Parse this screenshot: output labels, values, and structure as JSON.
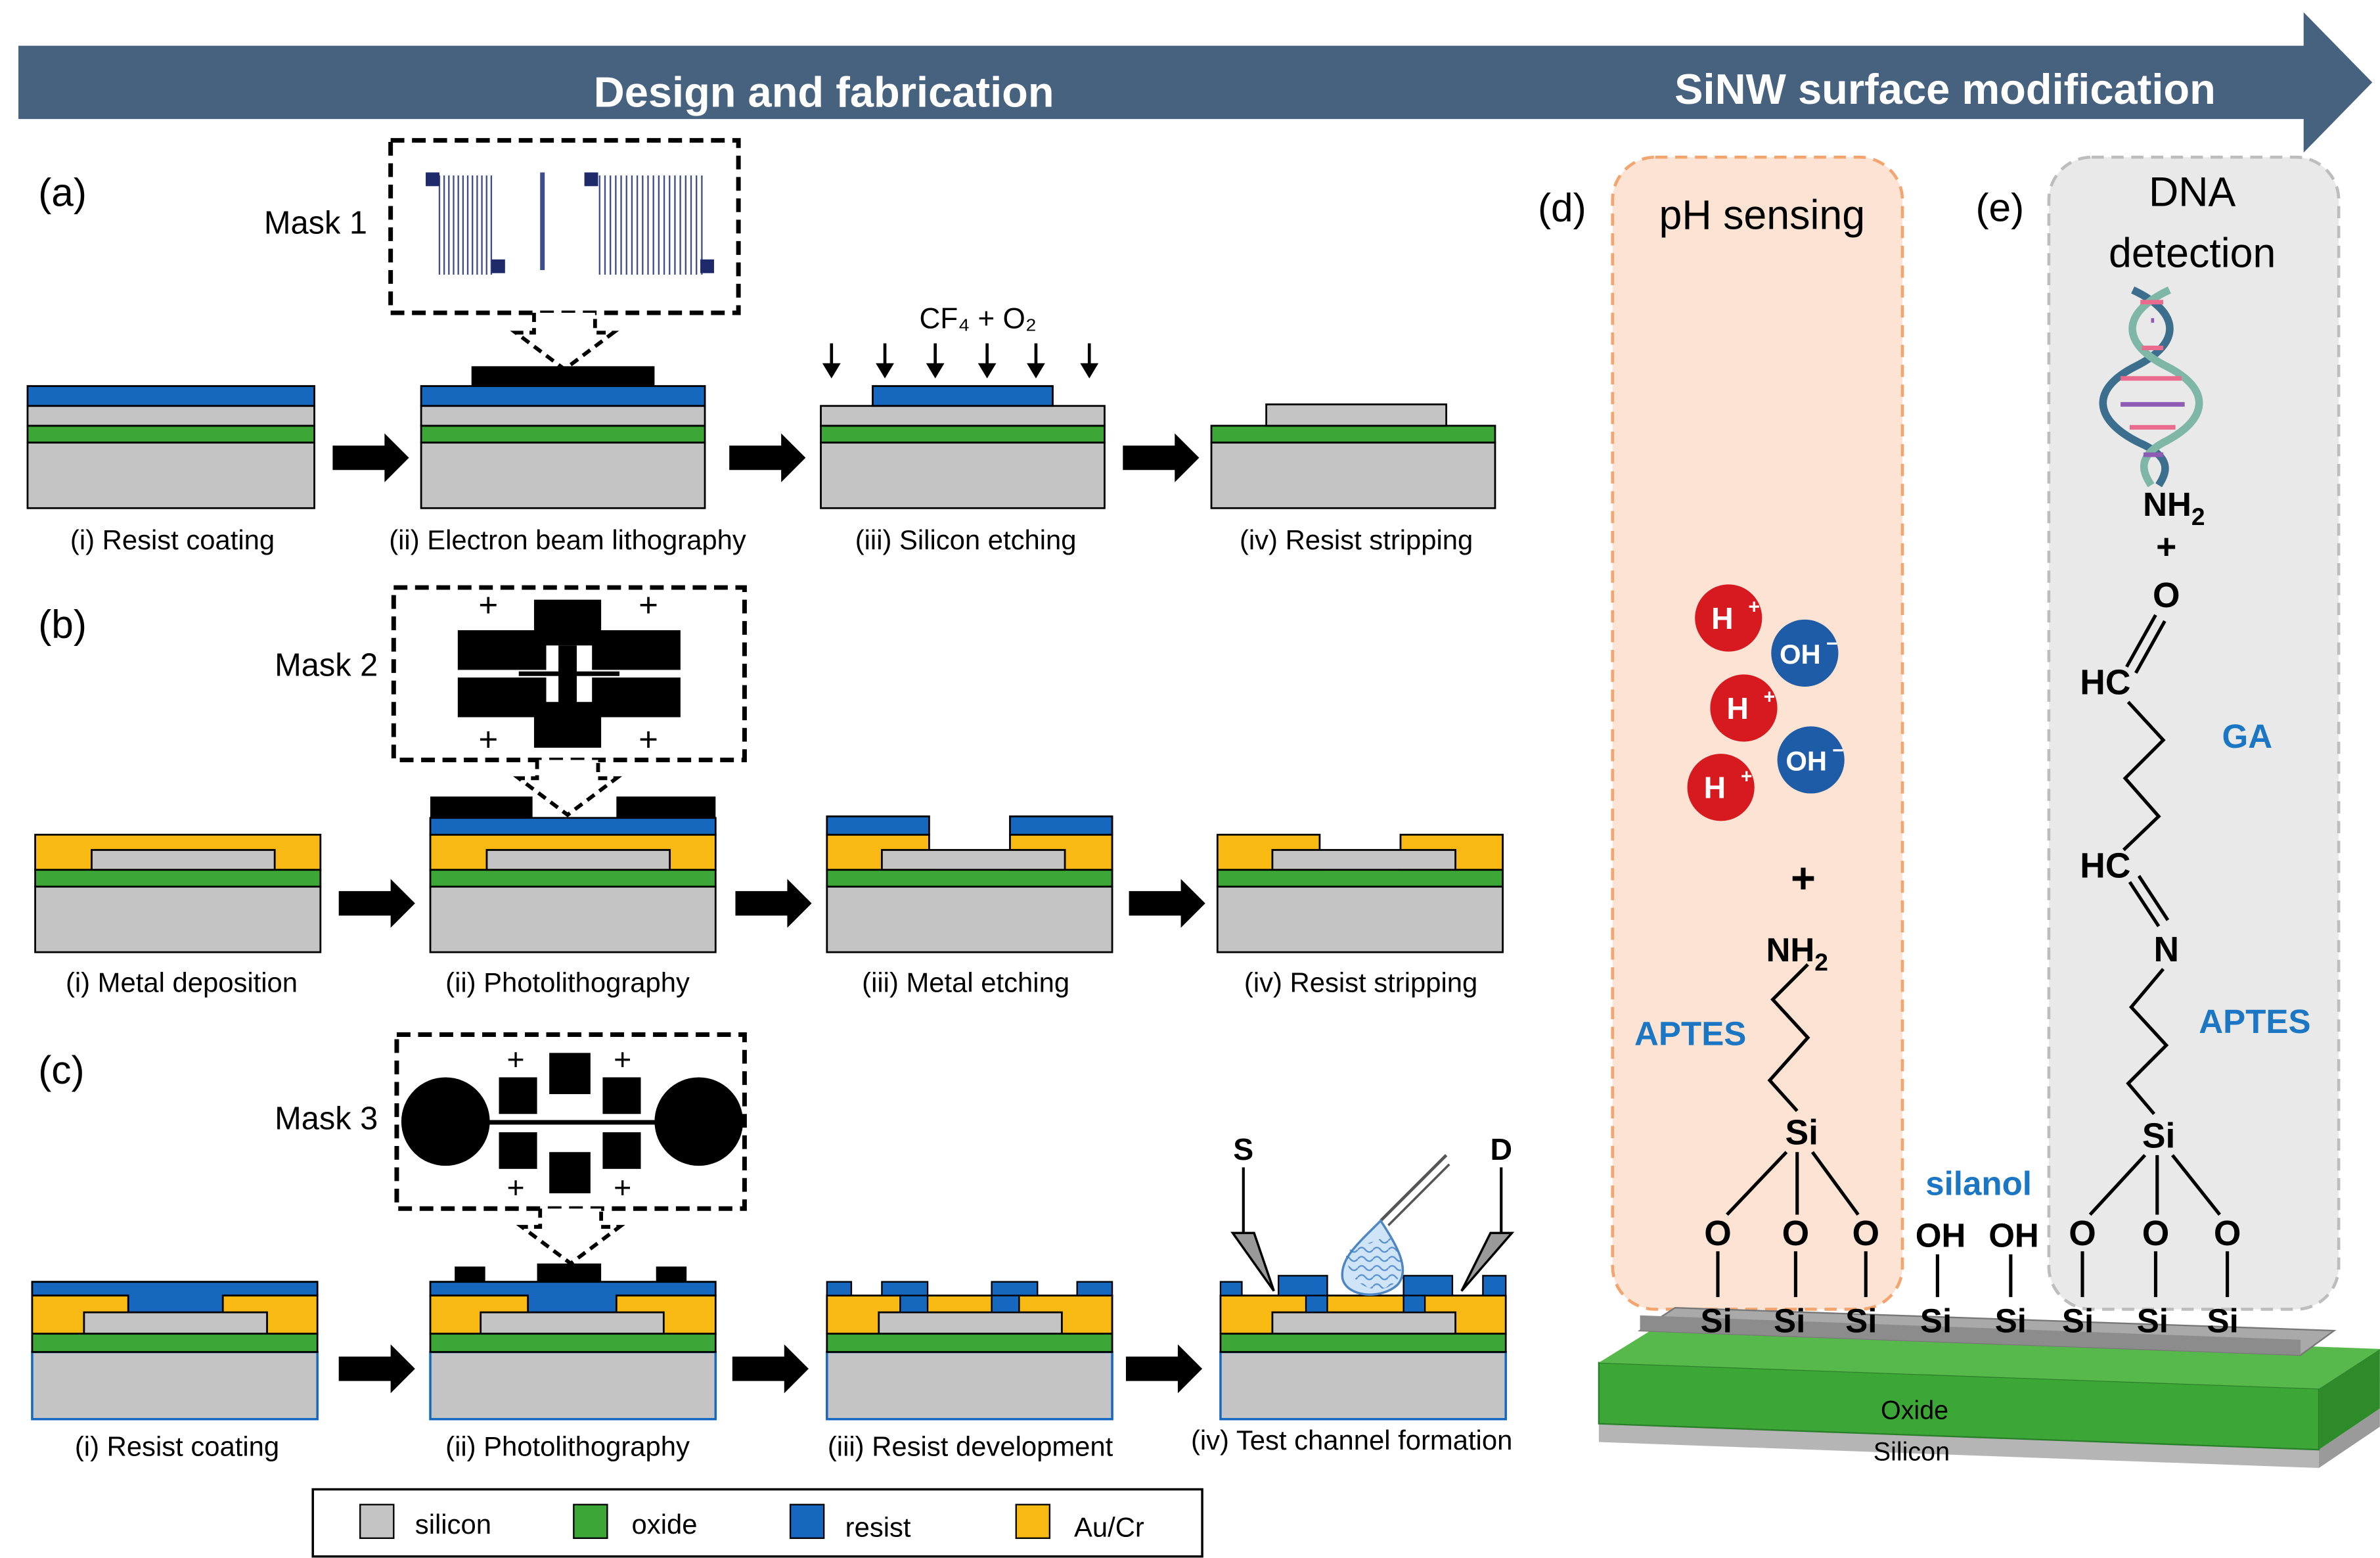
{
  "header": {
    "left_label": "Design and fabrication",
    "right_label": "SiNW surface modification",
    "color": "#46627F"
  },
  "colors": {
    "silicon": "#C4C4C4",
    "oxide": "#3CA636",
    "resist": "#1667BE",
    "metal": "#F8B912",
    "mask": "#000000",
    "label_blue": "#1B76C4",
    "h_ion": "#D71920",
    "oh_ion": "#1E5CA8",
    "ph_panel": "#FDE3D3",
    "dna_panel": "#E9E9E9"
  },
  "panels": {
    "a": {
      "letter": "(a)",
      "mask": "Mask 1",
      "etch_gas": "CF₄ + O₂",
      "steps": [
        "(i) Resist coating",
        "(ii) Electron beam lithography",
        "(iii) Silicon etching",
        "(iv) Resist stripping"
      ]
    },
    "b": {
      "letter": "(b)",
      "mask": "Mask 2",
      "steps": [
        "(i) Metal deposition",
        "(ii) Photolithography",
        "(iii) Metal etching",
        "(iv) Resist stripping"
      ]
    },
    "c": {
      "letter": "(c)",
      "mask": "Mask 3",
      "source": "S",
      "drain": "D",
      "steps": [
        "(i) Resist coating",
        "(ii) Photolithography",
        "(iii) Resist development",
        "(iv) Test channel formation"
      ]
    },
    "d": {
      "letter": "(d)",
      "title": "pH sensing"
    },
    "e": {
      "letter": "(e)",
      "title_line1": "DNA",
      "title_line2": "detection"
    }
  },
  "legend": [
    {
      "label": "silicon",
      "color": "#C4C4C4"
    },
    {
      "label": "oxide",
      "color": "#3CA636"
    },
    {
      "label": "resist",
      "color": "#1667BE"
    },
    {
      "label": "Au/Cr",
      "color": "#F8B912"
    }
  ],
  "chem": {
    "h_ion": "H",
    "oh_ion": "OH",
    "plus": "+",
    "nh2": "NH",
    "subscript_2": "2",
    "aptes": "APTES",
    "silanol": "silanol",
    "si": "Si",
    "o": "O",
    "oh": "OH",
    "hc": "HC",
    "n": "N",
    "ga": "GA",
    "oxide": "Oxide",
    "silicon": "Silicon"
  }
}
